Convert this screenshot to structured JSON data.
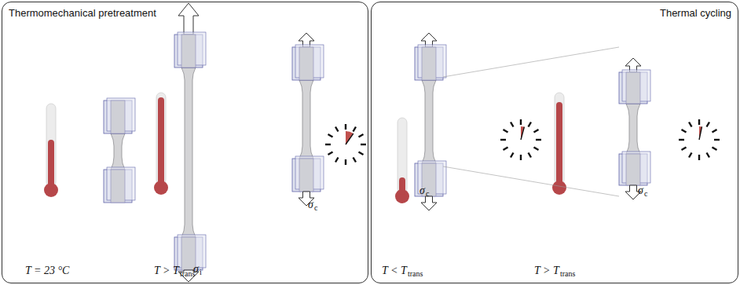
{
  "diagram": {
    "nodes": [
      {
        "text": [
          "Thermomechanical pretreatment"
        ]
      },
      {
        "text": [
          "Thermal cycling"
        ]
      }
    ],
    "labels": [
      "T = 23 °C",
      "T > T",
      "trans",
      "σ",
      "i",
      "σ",
      "c",
      "T < T",
      "trans",
      "σ",
      "c",
      "T > T",
      "trans",
      "σ",
      "c"
    ]
  }
}
